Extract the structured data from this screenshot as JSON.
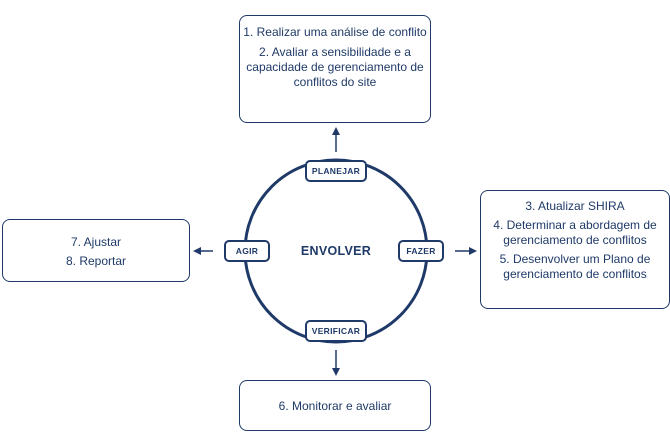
{
  "center": "ENVOLVER",
  "phases": {
    "plan": "PLANEJAR",
    "do": "FAZER",
    "check": "VERIFICAR",
    "act": "AGIR"
  },
  "boxes": {
    "plan": [
      "1. Realizar uma análise de conflito",
      "2. Avaliar a sensibilidade e a capacidade de gerenciamento de conflitos do site"
    ],
    "do": [
      "3. Atualizar SHIRA",
      "4. Determinar a abordagem de gerenciamento de conflitos",
      "5. Desenvolver um Plano de gerenciamento de conflitos"
    ],
    "check": [
      "6. Monitorar e avaliar"
    ],
    "act": [
      "7. Ajustar",
      "8. Reportar"
    ]
  },
  "colors": {
    "primary": "#1f3a68"
  }
}
